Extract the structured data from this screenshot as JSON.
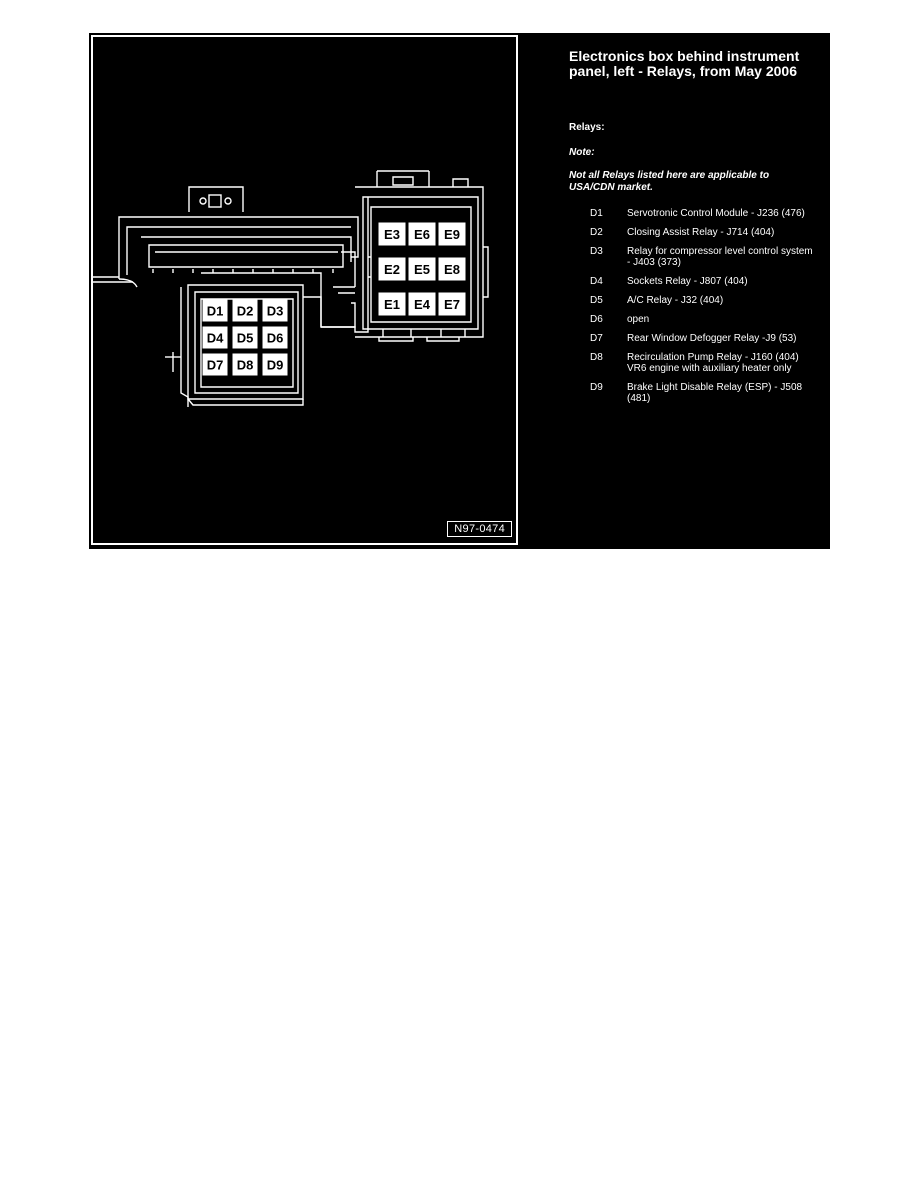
{
  "figure_code": "N97-0474",
  "title": "Electronics box behind instrument panel, left - Relays, from May 2006",
  "relays_heading": "Relays:",
  "note_heading": "Note:",
  "note_text": "Not all Relays listed here are applicable to USA/CDN market.",
  "d_relays": [
    "D1",
    "D2",
    "D3",
    "D4",
    "D5",
    "D6",
    "D7",
    "D8",
    "D9"
  ],
  "e_relays": [
    "E3",
    "E6",
    "E9",
    "E2",
    "E5",
    "E8",
    "E1",
    "E4",
    "E7"
  ],
  "legend": [
    {
      "id": "D1",
      "desc": "Servotronic Control Module - J236 (476)"
    },
    {
      "id": "D2",
      "desc": "Closing Assist Relay - J714 (404)"
    },
    {
      "id": "D3",
      "desc": "Relay for compressor level control system - J403 (373)"
    },
    {
      "id": "D4",
      "desc": "Sockets Relay - J807 (404)"
    },
    {
      "id": "D5",
      "desc": "A/C Relay - J32 (404)"
    },
    {
      "id": "D6",
      "desc": "open"
    },
    {
      "id": "D7",
      "desc": "Rear Window Defogger Relay -J9 (53)"
    },
    {
      "id": "D8",
      "desc": "Recirculation Pump Relay - J160 (404) VR6 engine with auxiliary heater only"
    },
    {
      "id": "D9",
      "desc": "Brake Light Disable Relay (ESP) - J508 (481)"
    }
  ]
}
